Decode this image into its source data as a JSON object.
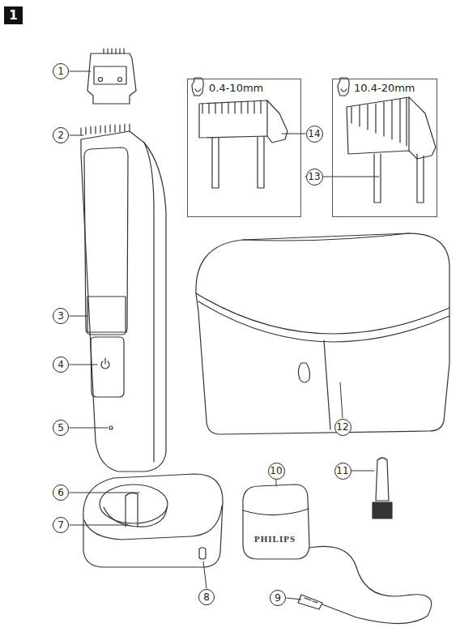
{
  "diagram": {
    "nodes": [
      {
        "text": [
          "1"
        ]
      },
      {
        "text": [
          "1"
        ]
      },
      {
        "text": [
          "0.4-10mm"
        ]
      },
      {
        "text": [
          "14"
        ]
      },
      {
        "text": [
          "10.4-20mm"
        ]
      },
      {
        "text": [
          "13"
        ]
      },
      {
        "text": [
          "2"
        ]
      },
      {
        "text": [
          "3"
        ]
      },
      {
        "text": [
          "4"
        ]
      },
      {
        "text": [
          "5"
        ]
      },
      {
        "text": [
          "12"
        ]
      },
      {
        "text": [
          "6"
        ]
      },
      {
        "text": [
          "10"
        ]
      },
      {
        "text": [
          "11"
        ]
      },
      {
        "text": [
          "7"
        ]
      },
      {
        "text": [
          "9"
        ]
      },
      {
        "text": [
          "8"
        ]
      }
    ],
    "labels": [
      "PHILIPS"
    ]
  }
}
